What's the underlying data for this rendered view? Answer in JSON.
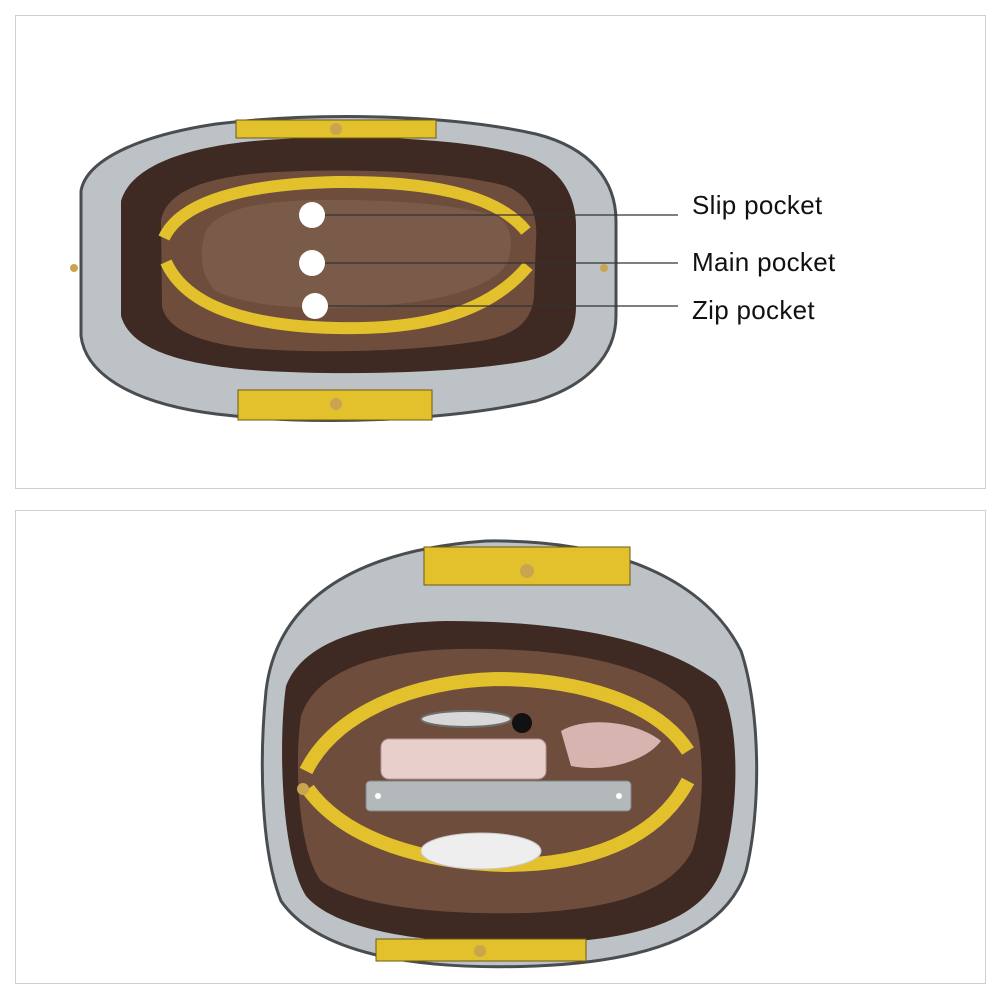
{
  "callouts": {
    "slip_pocket": "Slip pocket",
    "main_pocket": "Main pocket",
    "zip_pocket": "Zip pocket"
  },
  "colors": {
    "bag_grey": "#b9bfc3",
    "bag_grey_dark": "#8e9498",
    "lining_brown": "#5e4132",
    "liner_brown": "#7a5a48",
    "accent_yellow": "#e6c22c",
    "border": "#cfcfcf"
  },
  "photos": {
    "top": "handbag-interior-empty-photo",
    "bottom": "handbag-interior-filled-photo"
  }
}
